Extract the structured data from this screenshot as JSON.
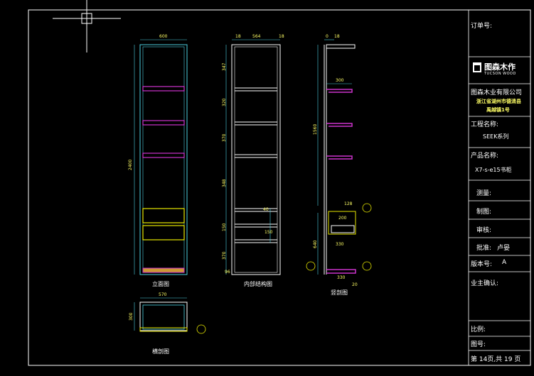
{
  "title_block": {
    "order_no_label": "订单号:",
    "logo_cn": "图森木作",
    "logo_en": "TUCSON WOOD",
    "company": "图森木业有限公司",
    "address_line1": "浙江省湖州市德清县",
    "address_line2": "禹越镇1号",
    "project_label": "工程名称:",
    "project_value": "SEEK系列",
    "product_label": "产品名称:",
    "product_value": "X7-s-e15书柜",
    "survey_label": "测量:",
    "draw_label": "制图:",
    "review_label": "审核:",
    "approve_label": "批准:",
    "approve_value": "卢晏",
    "version_label": "版本号:",
    "version_value": "A",
    "owner_confirm_label": "业主确认:",
    "scale_label": "比例:",
    "drawing_no_label": "图号:",
    "page_info": "第 14页,共 19 页"
  },
  "views": {
    "front": "立面图",
    "internal": "内部结构图",
    "section": "竖剖图",
    "plan": "横剖图"
  },
  "dims": {
    "front_width": "600",
    "front_height": "2400",
    "inner_left": "18",
    "inner_width": "564",
    "inner_right": "18",
    "sec_top_a": "0",
    "sec_top_b": "18",
    "sec_shelf": "300",
    "sec_h_upper": "1560",
    "sec_h_lower": "640",
    "sec_d1": "128",
    "sec_d2": "200",
    "sec_d3": "330",
    "sec_d4": "330",
    "sec_d5": "20",
    "plan_width": "570",
    "plan_depth": "300",
    "int_v1": "347",
    "int_v2": "320",
    "int_v3": "370",
    "int_v4": "348",
    "int_v5": "40",
    "int_v6": "150",
    "int_v7": "150",
    "int_v8": "370",
    "int_v9": "96"
  },
  "colors": {
    "background": "#000000",
    "cabinet": "#4dd0e1",
    "dimension": "#ffff00",
    "shelf_purple": "#cc33cc",
    "drawer_yellow": "#e6e600",
    "frame": "#ffffff"
  }
}
